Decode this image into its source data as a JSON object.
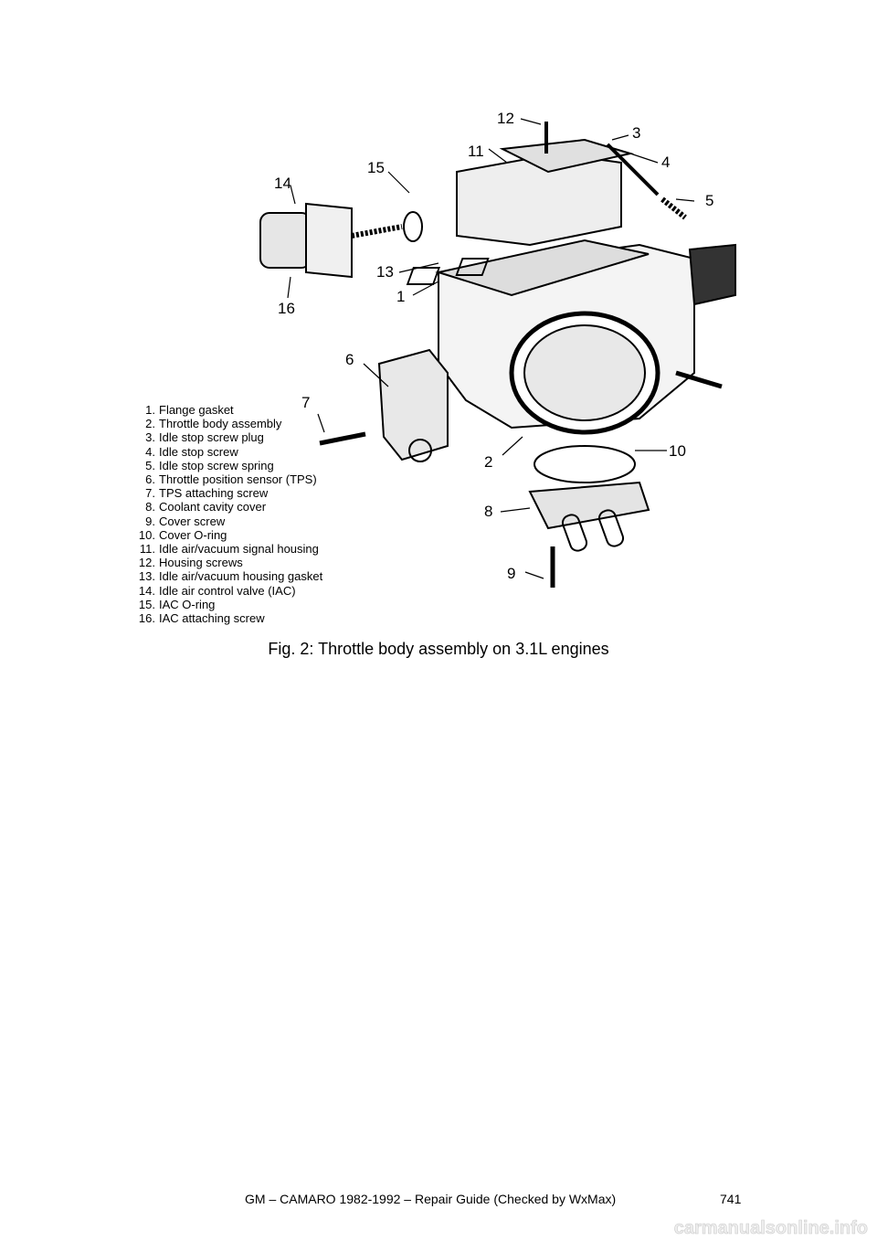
{
  "figure": {
    "legend": [
      {
        "num": "1.",
        "label": "Flange gasket"
      },
      {
        "num": "2.",
        "label": "Throttle body assembly"
      },
      {
        "num": "3.",
        "label": "Idle stop screw plug"
      },
      {
        "num": "4.",
        "label": "Idle stop screw"
      },
      {
        "num": "5.",
        "label": "Idle stop screw spring"
      },
      {
        "num": "6.",
        "label": "Throttle position sensor (TPS)"
      },
      {
        "num": "7.",
        "label": "TPS attaching screw"
      },
      {
        "num": "8.",
        "label": "Coolant cavity cover"
      },
      {
        "num": "9.",
        "label": "Cover screw"
      },
      {
        "num": "10.",
        "label": "Cover O-ring"
      },
      {
        "num": "11.",
        "label": "Idle air/vacuum signal housing"
      },
      {
        "num": "12.",
        "label": "Housing screws"
      },
      {
        "num": "13.",
        "label": "Idle air/vacuum housing gasket"
      },
      {
        "num": "14.",
        "label": "Idle air control valve (IAC)"
      },
      {
        "num": "15.",
        "label": "IAC O-ring"
      },
      {
        "num": "16.",
        "label": "IAC attaching screw"
      }
    ],
    "callouts": [
      "12",
      "3",
      "11",
      "4",
      "15",
      "14",
      "5",
      "13",
      "1",
      "16",
      "6",
      "7",
      "10",
      "2",
      "8",
      "9"
    ],
    "caption": "Fig. 2: Throttle body assembly on 3.1L engines"
  },
  "footer": {
    "title": "GM – CAMARO 1982-1992 – Repair Guide (Checked by WxMax)",
    "page_number": "741"
  },
  "watermark": "carmanualsonline.info"
}
